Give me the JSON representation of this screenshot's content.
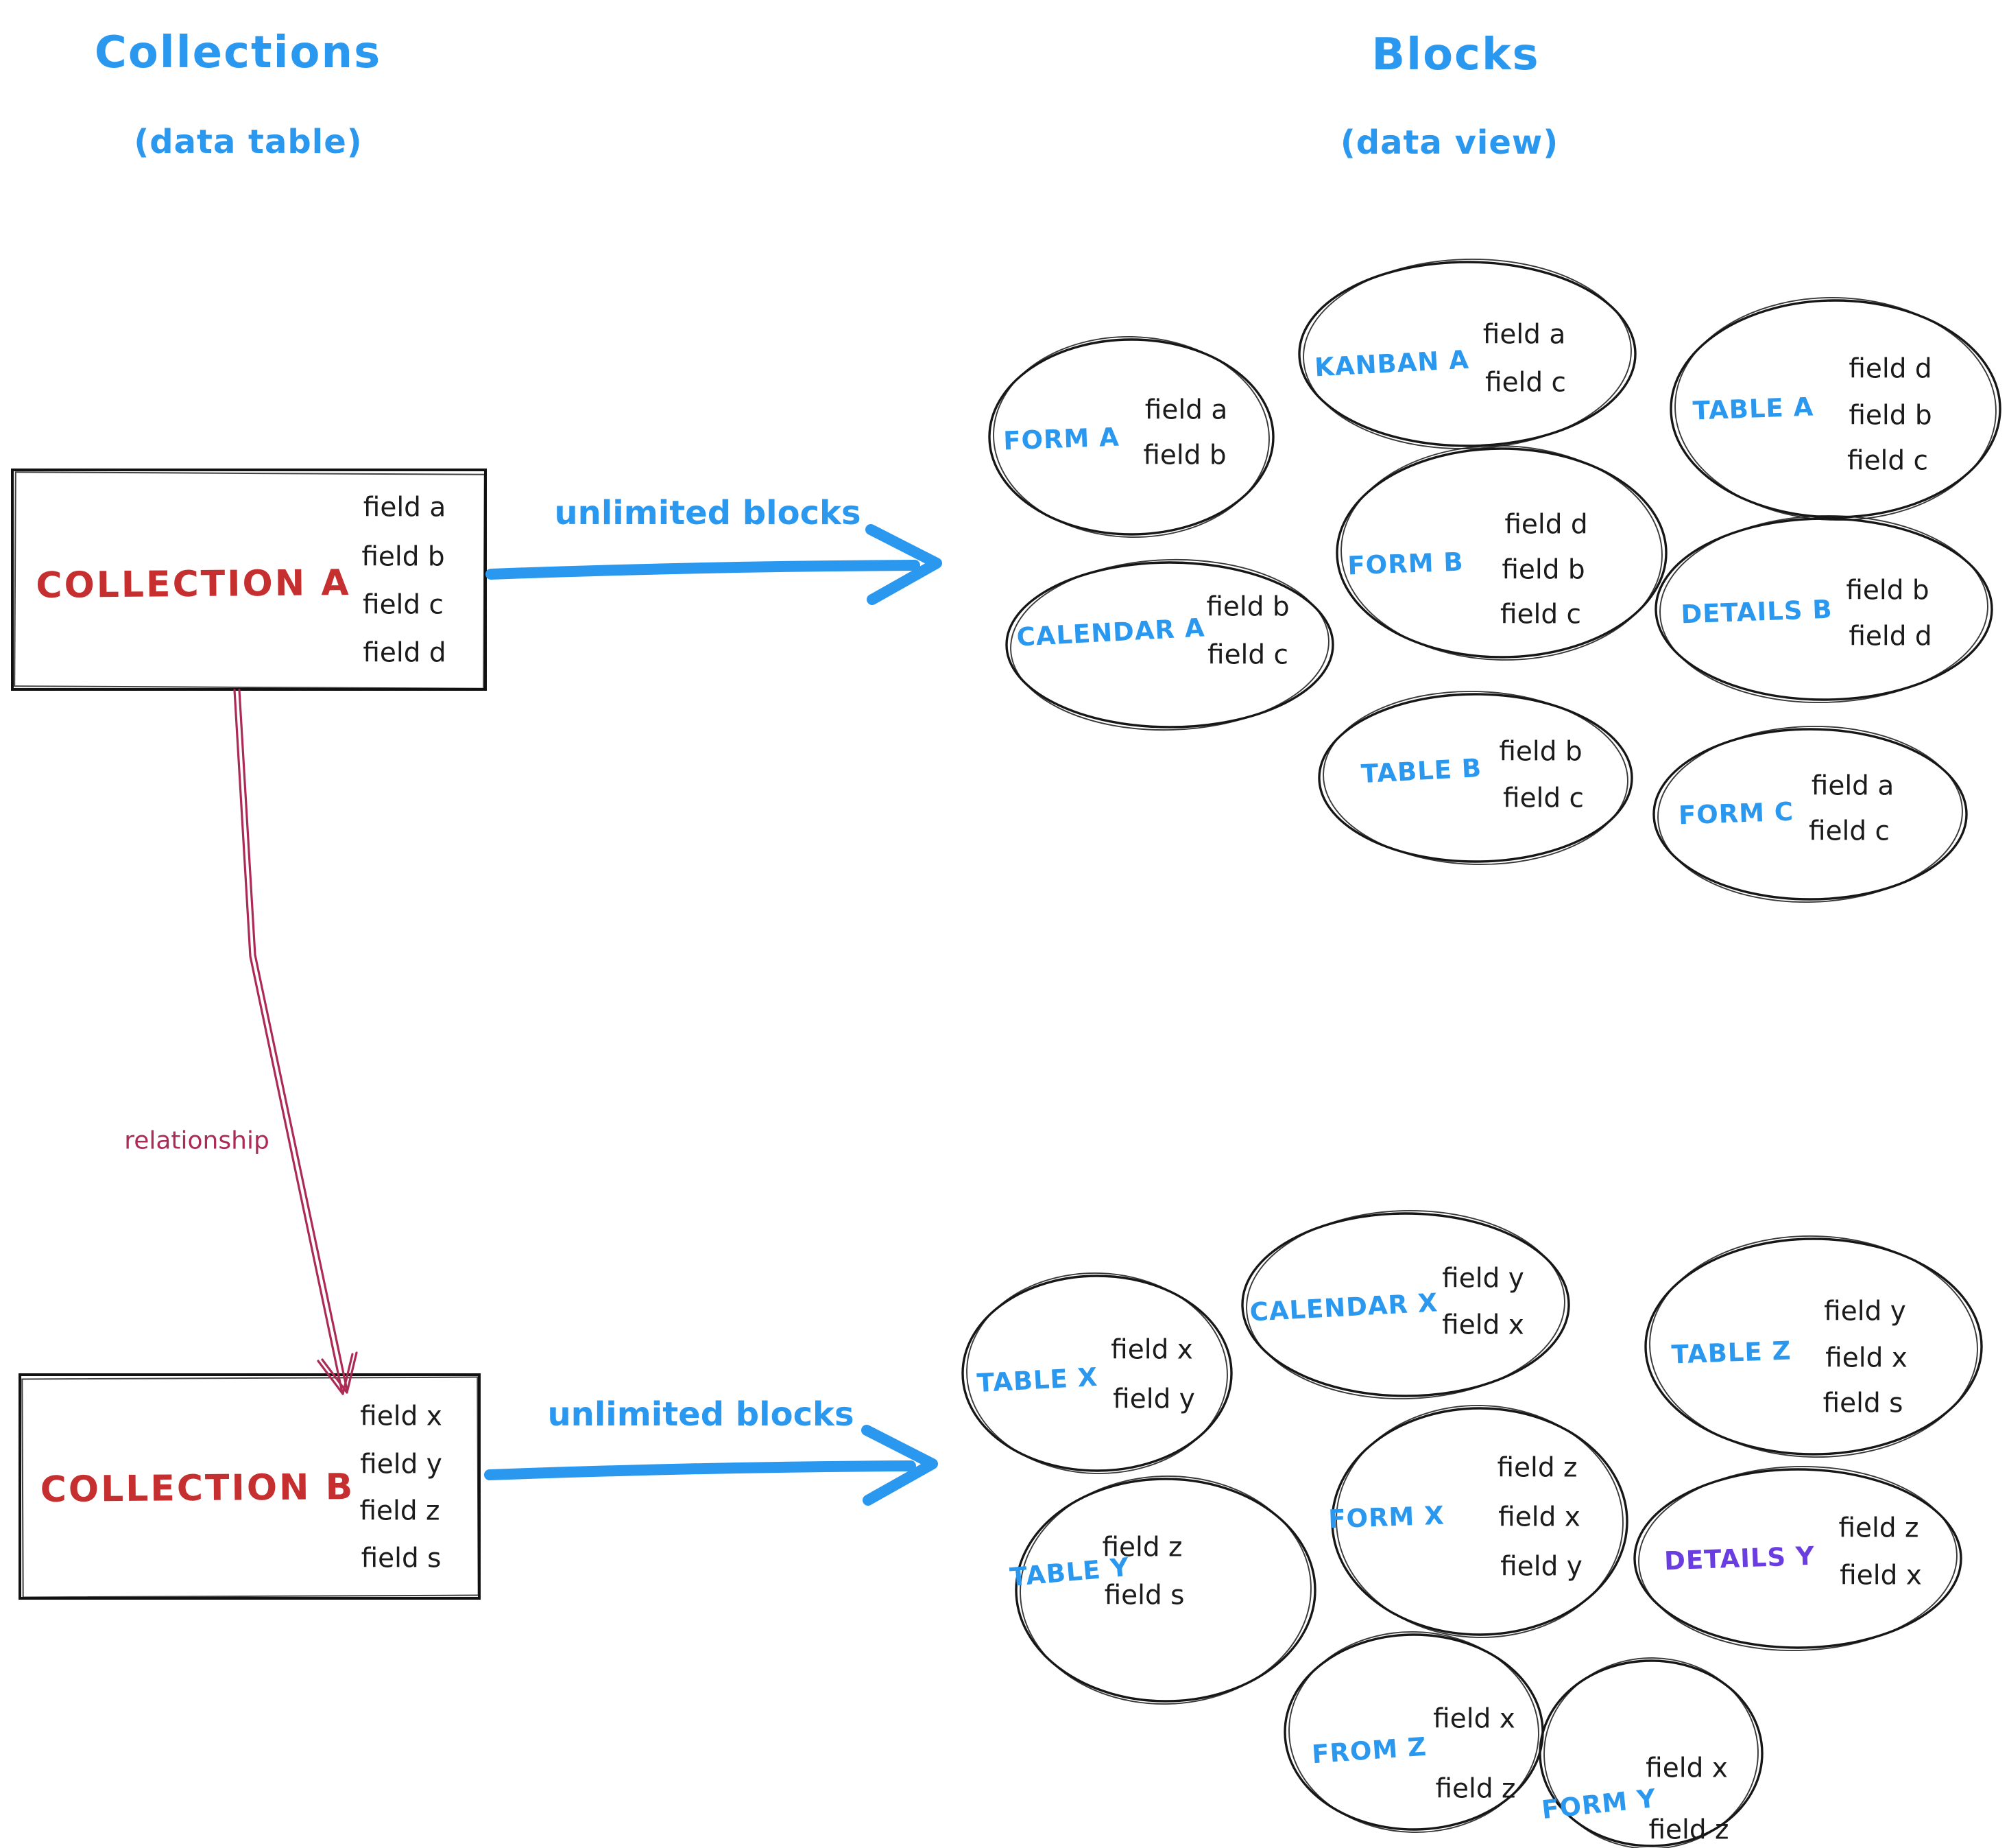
{
  "colors": {
    "blue": "#2b98f0",
    "red": "#c62f2f",
    "crimson": "#ab2b55",
    "purple": "#6a3de0",
    "ink": "#1b1b1b"
  },
  "collections_panel": {
    "title": "Collections",
    "subtitle": "(data table)",
    "relationship_label": "relationship",
    "collection_a": {
      "name": "COLLECTION A",
      "fields": [
        "field a",
        "field b",
        "field c",
        "field d"
      ]
    },
    "collection_b": {
      "name": "COLLECTION B",
      "fields": [
        "field x",
        "field y",
        "field z",
        "field s"
      ]
    }
  },
  "blocks_panel": {
    "title": "Blocks",
    "subtitle": "(data view)"
  },
  "arrows": {
    "collection_a_label": "unlimited blocks",
    "collection_b_label": "unlimited blocks"
  },
  "blocks_a": [
    {
      "label": "FORM A",
      "fields": [
        "field a",
        "field b"
      ]
    },
    {
      "label": "KANBAN A",
      "fields": [
        "field a",
        "field c"
      ]
    },
    {
      "label": "TABLE A",
      "fields": [
        "field d",
        "field b",
        "field c"
      ]
    },
    {
      "label": "CALENDAR A",
      "fields": [
        "field b",
        "field c"
      ]
    },
    {
      "label": "FORM B",
      "fields": [
        "field d",
        "field b",
        "field c"
      ]
    },
    {
      "label": "DETAILS B",
      "fields": [
        "field b",
        "field d"
      ]
    },
    {
      "label": "TABLE B",
      "fields": [
        "field b",
        "field c"
      ]
    },
    {
      "label": "FORM C",
      "fields": [
        "field a",
        "field c"
      ]
    }
  ],
  "blocks_b": [
    {
      "label": "TABLE X",
      "fields": [
        "field x",
        "field y"
      ]
    },
    {
      "label": "CALENDAR X",
      "fields": [
        "field y",
        "field x"
      ]
    },
    {
      "label": "TABLE Z",
      "fields": [
        "field y",
        "field x",
        "field s"
      ]
    },
    {
      "label": "TABLE Y",
      "fields": [
        "field z",
        "field s"
      ]
    },
    {
      "label": "FORM X",
      "fields": [
        "field z",
        "field x",
        "field y"
      ]
    },
    {
      "label": "DETAILS Y",
      "fields": [
        "field z",
        "field x"
      ]
    },
    {
      "label": "FROM Z",
      "fields": [
        "field x",
        "field z"
      ]
    },
    {
      "label": "FORM Y",
      "fields": [
        "field x",
        "field z"
      ]
    }
  ]
}
